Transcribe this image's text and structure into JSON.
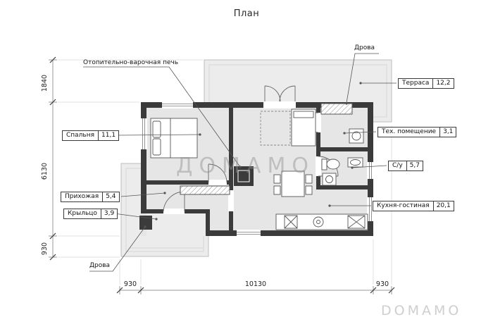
{
  "title": "План",
  "labels": {
    "stove": "Отопительно-варочная печь",
    "firewood_top": "Дрова",
    "firewood_bottom": "Дрова"
  },
  "rooms": [
    {
      "name": "Спальня",
      "area": "11,1"
    },
    {
      "name": "Прихожая",
      "area": "5,4"
    },
    {
      "name": "Крыльцо",
      "area": "3,9"
    },
    {
      "name": "Терраса",
      "area": "12,2"
    },
    {
      "name": "Тех. помещение",
      "area": "3,1"
    },
    {
      "name": "С/у",
      "area": "5,7"
    },
    {
      "name": "Кухня-гостиная",
      "area": "20,1"
    }
  ],
  "dimensions": {
    "left": [
      "1840",
      "6130",
      "930"
    ],
    "bottom": [
      "930",
      "10130",
      "930"
    ]
  },
  "watermark_center": "ДОМАМО",
  "watermark_corner": "DOMAMO",
  "colors": {
    "wall": "#3b3b3b",
    "room_fill": "#e6e6e6",
    "deck_fill": "#ececec",
    "line": "#555555"
  }
}
